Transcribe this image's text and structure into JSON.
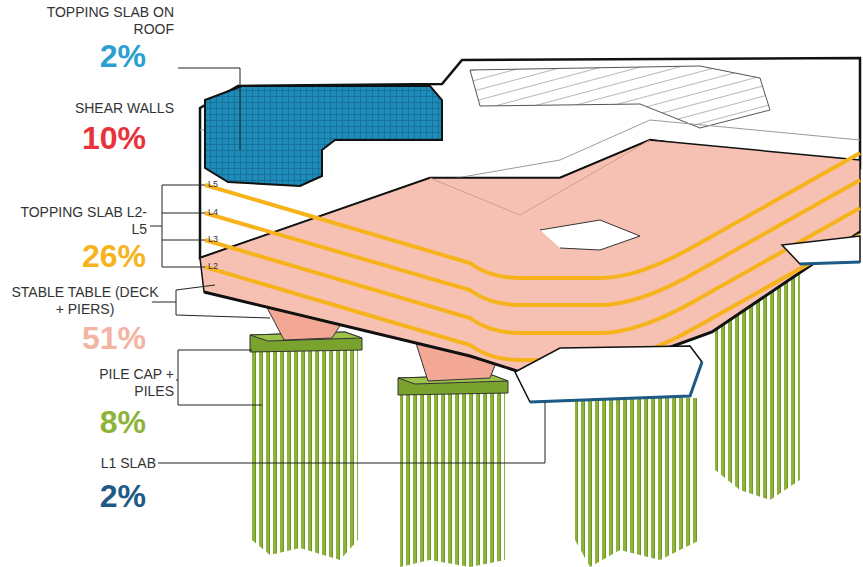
{
  "diagram": {
    "labels": [
      "TOPPING SLAB ON ROOF",
      "2%",
      "SHEAR WALLS",
      "10%",
      "TOPPING SLAB L2-L5",
      "26%",
      "L5",
      "L4",
      "L3",
      "L2",
      "STABLE TABLE (DECK + PIERS)",
      "51%",
      "PILE CAP + PILES",
      "8%",
      "L1 SLAB",
      "2%"
    ]
  }
}
